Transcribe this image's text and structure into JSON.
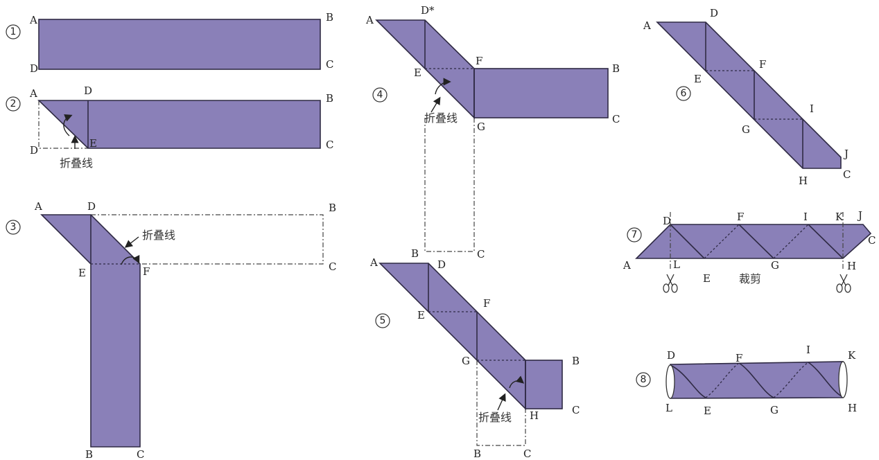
{
  "steps": [
    "1",
    "2",
    "3",
    "4",
    "5",
    "6",
    "7",
    "8"
  ],
  "fold_line": "折叠线",
  "cut": "裁剪",
  "labels": {
    "s1": [
      "A",
      "B",
      "C",
      "D"
    ],
    "s2": [
      "A",
      "D",
      "B",
      "C",
      "D",
      "E"
    ],
    "s3": [
      "A",
      "D",
      "B",
      "C",
      "E",
      "F",
      "B",
      "C"
    ],
    "s4": [
      "A",
      "D*",
      "B",
      "C",
      "E",
      "F",
      "G",
      "C"
    ],
    "s5": [
      "A",
      "B",
      "D",
      "F",
      "E",
      "G",
      "B",
      "C",
      "H",
      "B",
      "C"
    ],
    "s6": [
      "A",
      "D",
      "F",
      "E",
      "I",
      "G",
      "J",
      "C",
      "H"
    ],
    "s7": [
      "D",
      "F",
      "I",
      "K",
      "J",
      "C",
      "A",
      "L",
      "E",
      "G",
      "H"
    ],
    "s8": [
      "D",
      "F",
      "I",
      "K",
      "L",
      "E",
      "G",
      "H"
    ]
  },
  "colors": {
    "paper": "#8a80b8",
    "outline": "#2f2a44"
  }
}
